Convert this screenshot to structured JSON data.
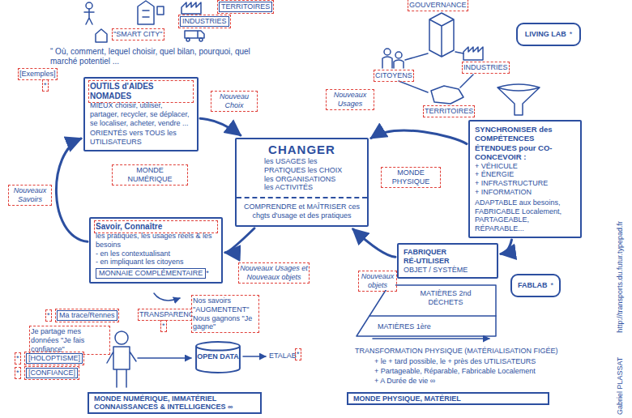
{
  "diagram": {
    "nodes": [
      {
        "text": [
          "OUTILS d'AIDES NOMADES",
          "MIEUX choisir, utiliser, partager, recycler, se déplacer, se localiser, acheter, vendre ...",
          "ORIENTÉS vers TOUS les UTILISATEURS"
        ]
      },
      {
        "text": [
          "CHANGER",
          "les USAGES les PRATIQUES les CHOIX les ORGANISATIONS les ACTIVITÉS"
        ]
      },
      {
        "text": [
          "COMPRENDRE et MAÎTRISER ces chgts d'usage et des pratiques"
        ],
        "in": 1
      },
      {
        "text": [
          "Savoir, Connaître",
          "les pratiques, les usages réels & les besoins",
          "- en les contextualisant",
          "- en impliquant les citoyens",
          "*"
        ]
      },
      {
        "text": [
          "MONNAIE COMPLÉMENTAIRE"
        ],
        "in": 3
      },
      {
        "text": [
          "OPEN DATA"
        ]
      },
      {
        "text": [
          "MONDE NUMÉRIQUE, IMMATÉRIEL",
          "CONNAISSANCES & INTELLIGENCES ∞"
        ]
      },
      {
        "text": [
          "LIVING LAB",
          "*"
        ]
      },
      {
        "text": [
          "SYNCHRONISER des COMPÉTENCES ÉTENDUES pour CO-CONCEVOIR :",
          "+ VÉHICULE",
          "+ ÉNERGIE",
          "+ INFRASTRUCTURE",
          "+ INFORMATION",
          "ADAPTABLE aux besoins, FABRICABLE Localement, PARTAGEABLE, RÉPARABLE..."
        ]
      },
      {
        "text": [
          "FABRIQUER",
          "RÉ-UTILISER",
          "OBJET / SYSTÈME"
        ]
      },
      {
        "text": [
          "FABLAB",
          "*"
        ]
      },
      {
        "text": [
          "MONDE PHYSIQUE, MATÉRIEL"
        ]
      }
    ],
    "edges": [
      {
        "from": 0,
        "to": 1,
        "label": "Nouveau Choix",
        "arrow": "to"
      },
      {
        "from": 1,
        "to": 3,
        "label": "Nouveaux Usages et Nouveaux objets",
        "arrow": "to"
      },
      {
        "from": 3,
        "to": 0,
        "label": "Nouveaux Savoirs",
        "arrow": "to"
      },
      {
        "from": 8,
        "to": 1,
        "label": "Nouveaux Usages",
        "arrow": "to"
      },
      {
        "from": 8,
        "to": 9,
        "arrow": "to"
      },
      {
        "from": 9,
        "to": 1,
        "label": "Nouveaux objets",
        "arrow": "to"
      }
    ],
    "labels": [
      "\"SMART CITY\"",
      "INDUSTRIES",
      "TERRITOIRES",
      "“ Où, comment, lequel choisir, quel bilan, pourquoi, quel marché potentiel ...",
      "[Exemples]",
      "*",
      "MONDE NUMÉRIQUE",
      "GOUVERNANCE",
      "CITOYENS",
      "INDUSTRIES",
      "TERRITOIRES",
      "MONDE PHYSIQUE",
      "MATIÈRES 2nd DÉCHETS",
      "MATIÈRES 1ère",
      "TRANSFORMATION PHYSIQUE (MATÉRIALISATION FIGÉE)",
      "+ le + tard possible, le + près des UTILISATEURS",
      "+ Partageable, Réparable, Fabricable Localement",
      "+ A Durée de vie ∞",
      "*",
      "Ma trace/Rennes",
      "TRANSPARENCE",
      "*",
      "Je partage mes données \"Je fais confiance\"",
      "Nos savoirs \"AUGMENTENT\" Nous gagnons \"Je gagne\"",
      "*",
      "[HOLOPTISME]",
      "*",
      "[CONFIANCE]",
      "ETALAB",
      "*",
      "Gabriel PLASSAT",
      "http://transports.du.futur.typepad.fr"
    ]
  }
}
